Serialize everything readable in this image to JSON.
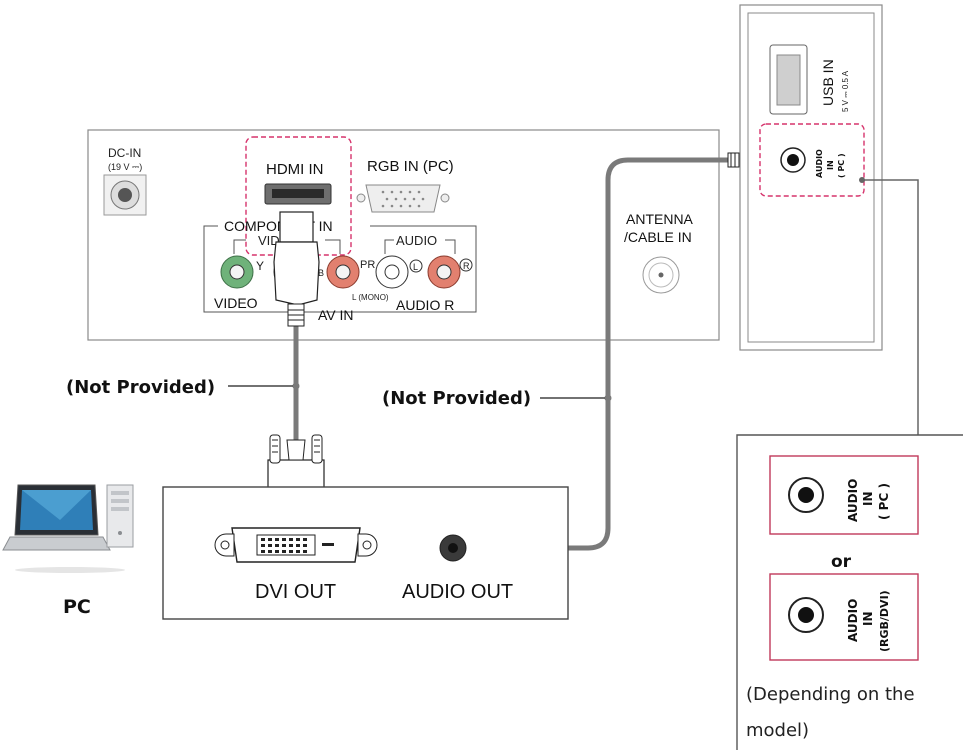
{
  "tv_panel": {
    "dc_in": "DC-IN",
    "dc_rating": "(19 V ⎓)",
    "hdmi_in": "HDMI IN",
    "rgb_in": "RGB IN (PC)",
    "component_in": "COMPONENT IN",
    "video_group": "VIDEO",
    "audio_group": "AUDIO",
    "y": "Y",
    "pb": "PB",
    "pr": "PR",
    "audio_l": "L",
    "audio_r": "R",
    "video_label": "VIDEO",
    "av_in": "AV IN",
    "mono": "L (MONO)",
    "audio_r_label": "AUDIO R",
    "antenna_1": "ANTENNA",
    "antenna_2": "/CABLE IN"
  },
  "side_panel": {
    "usb_in": "USB IN",
    "usb_rating": "5 V ⎓ 0.5 A",
    "audio_in_pc": [
      "AUDIO",
      "IN",
      "( PC )"
    ]
  },
  "cables": {
    "not_provided": "(Not Provided)"
  },
  "pc": {
    "label": "PC",
    "dvi_out": "DVI OUT",
    "audio_out": "AUDIO OUT"
  },
  "inset": {
    "jack_a": [
      "AUDIO",
      "IN",
      "( PC )"
    ],
    "or": "or",
    "jack_b": [
      "AUDIO",
      "IN",
      "(RGB/DVI)"
    ],
    "note_1": "(Depending on the",
    "note_2": "model)"
  },
  "colors": {
    "dashed_highlight": "#d6336c",
    "cable": "#7a7a7a",
    "video_jack": "#6fb27a",
    "red_jack": "#e2806f",
    "inset_border": "#c0395a"
  }
}
